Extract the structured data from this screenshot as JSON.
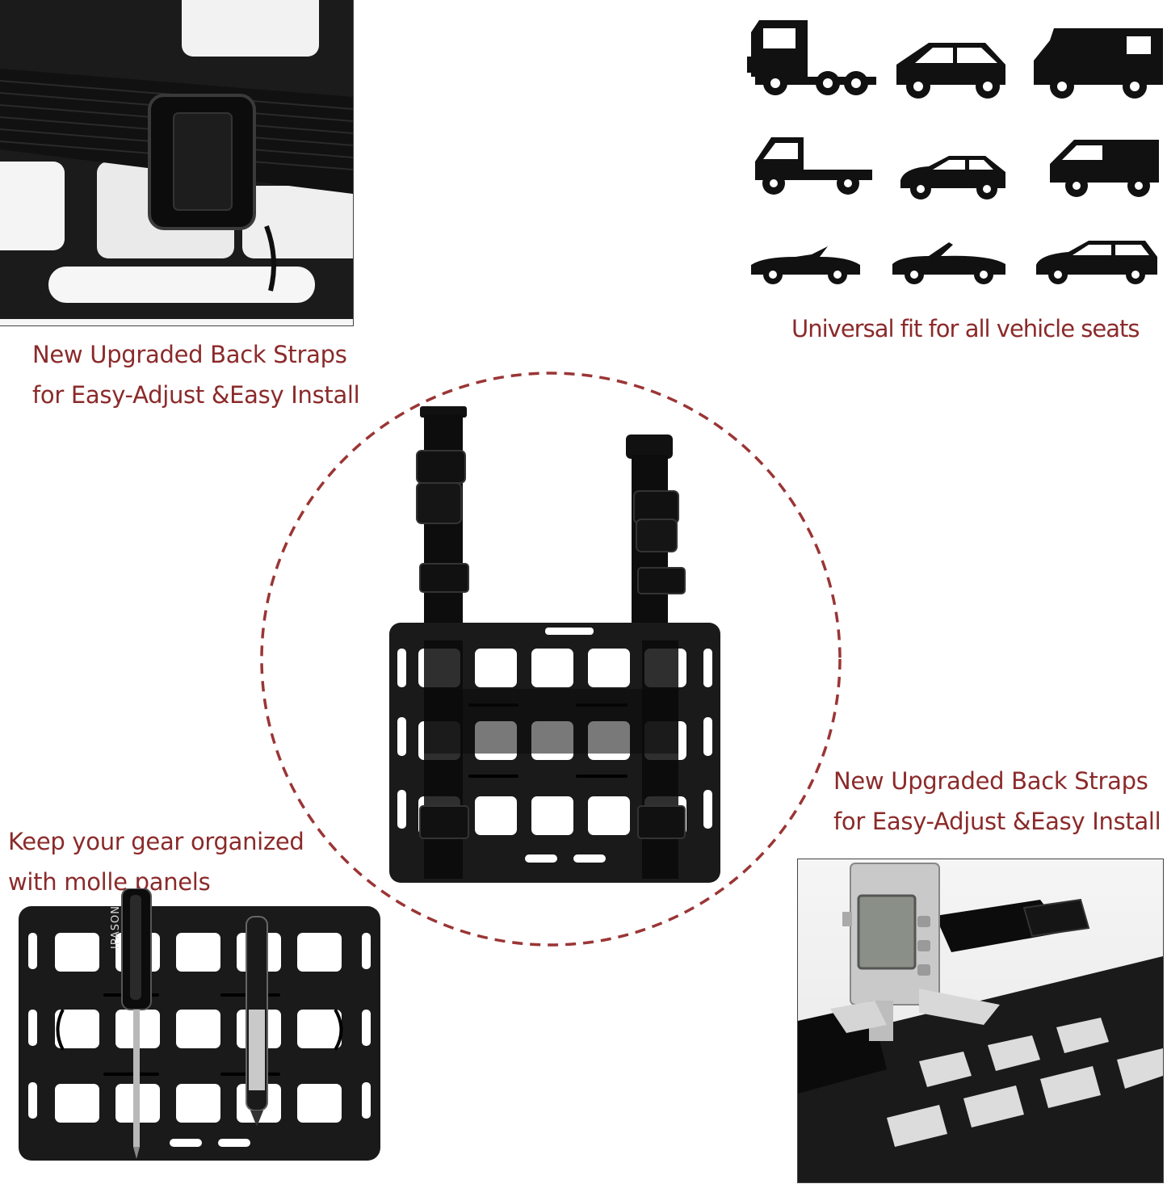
{
  "captions": {
    "top_left": [
      "New Upgraded Back Straps",
      "for Easy-Adjust &Easy Install"
    ],
    "top_right": [
      "Universal fit for all vehicle seats"
    ],
    "bottom_right": [
      "New Upgraded Back Straps",
      "for Easy-Adjust &Easy Install"
    ],
    "bottom_left": [
      "Keep your gear organized",
      "with molle panels"
    ]
  },
  "product_labels": {
    "screwdriver_brand": "IPASON"
  },
  "vehicle_icons": [
    "semi-truck-icon",
    "suv-icon",
    "camper-van-icon",
    "flatbed-truck-icon",
    "hatchback-icon",
    "van-icon",
    "roadster-icon",
    "convertible-icon",
    "wagon-icon"
  ],
  "colors": {
    "caption": "#8b2a2a",
    "dashed_circle": "#9b3535",
    "panel": "#1a1a1a",
    "icon": "#111111"
  }
}
